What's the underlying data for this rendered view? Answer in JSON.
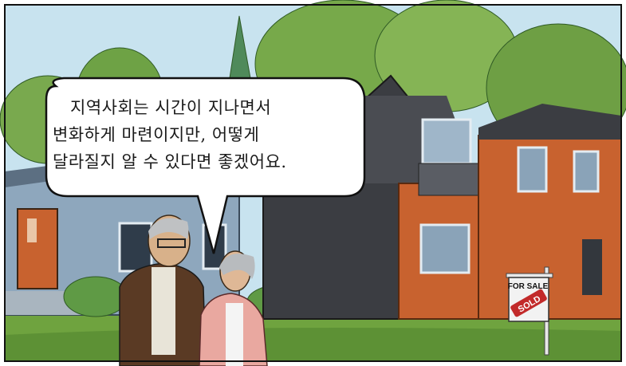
{
  "speech_bubble": {
    "lines": [
      "지역사회는 시간이 지나면서",
      "변화하게 마련이지만, 어떻게",
      "달라질지 알 수 있다면 좋겠어요."
    ]
  },
  "sign": {
    "top_text": "FOR SALE",
    "badge_text": "SOLD"
  },
  "colors": {
    "sky": "#c8e3ef",
    "grass": "#6fa33f",
    "dark_house": "#3b3d42",
    "brick": "#c8622f",
    "blue_house": "#8ea7bd",
    "sold_badge": "#c22a2a"
  }
}
